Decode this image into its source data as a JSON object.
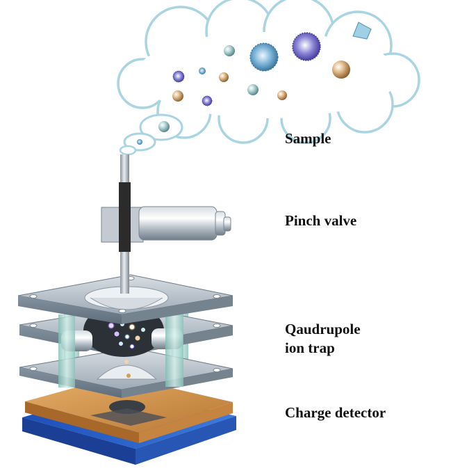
{
  "labels": {
    "sample": "Sample",
    "pinch_valve": "Pinch valve",
    "ion_trap_line1": "Qaudrupole",
    "ion_trap_line2": "ion trap",
    "charge_detector": "Charge detector"
  },
  "colors": {
    "cloud_outline": "#a9d4e2",
    "metal_plate": "#a9b4c0",
    "glass": "#a8d6cf",
    "detector_copper": "#d0924d",
    "detector_base": "#2a62cc",
    "tube": "#2b2b2b"
  },
  "icons": [
    "virus-particle-icon",
    "cloud-shape",
    "pinch-valve-device",
    "ion-trap-device",
    "charge-detector-plate"
  ]
}
